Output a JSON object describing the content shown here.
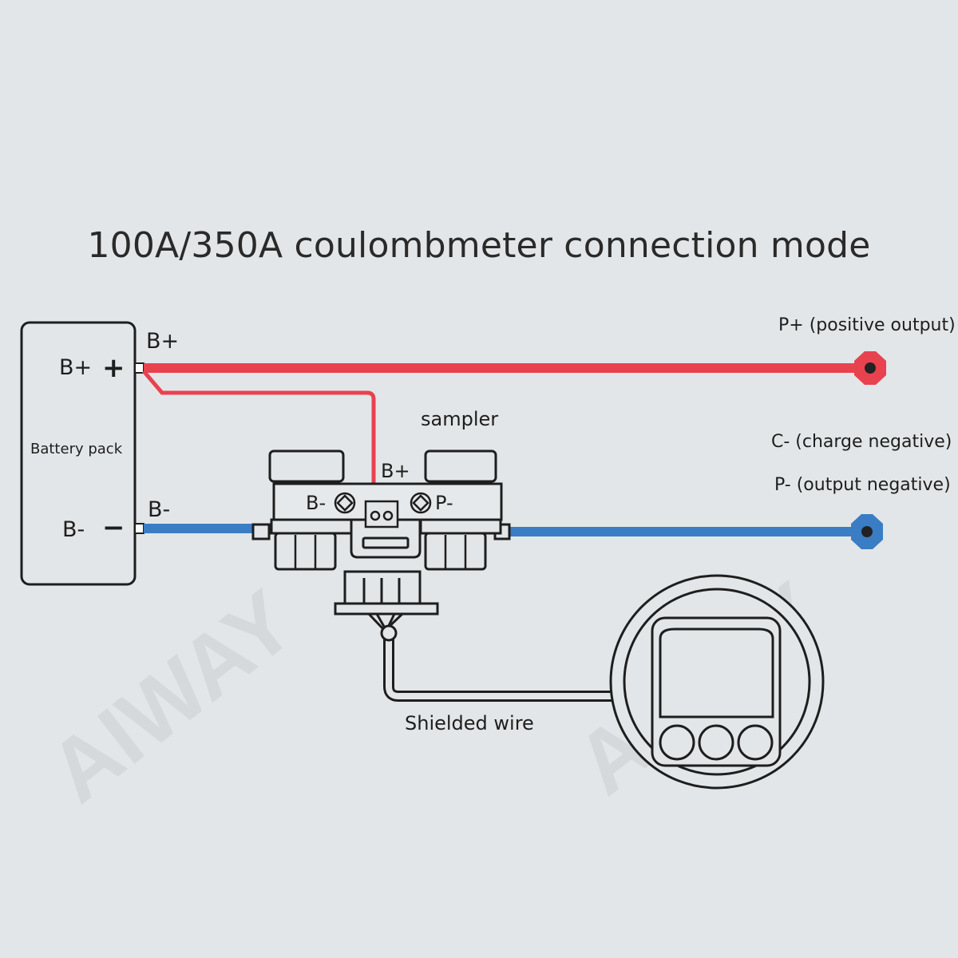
{
  "title": "100A/350A coulombmeter connection mode",
  "battery": {
    "label": "Battery pack",
    "pos_terminal": "B+",
    "pos_sign": "+",
    "neg_terminal": "B-",
    "neg_sign": "−"
  },
  "wire_labels": {
    "b_plus": "B+",
    "b_minus": "B-"
  },
  "sampler": {
    "label": "sampler",
    "b_plus": "B+",
    "b_minus": "B-",
    "p_minus": "P-"
  },
  "outputs": {
    "p_plus": "P+ (positive output)",
    "c_minus": "C- (charge negative)",
    "p_minus": "P- (output negative)"
  },
  "cable_label": "Shielded wire",
  "watermark": "AIWAY",
  "colors": {
    "positive_wire": "#e8424f",
    "negative_wire": "#3b7dc4",
    "outline": "#1e1e1e",
    "background": "#e3e6e8"
  }
}
